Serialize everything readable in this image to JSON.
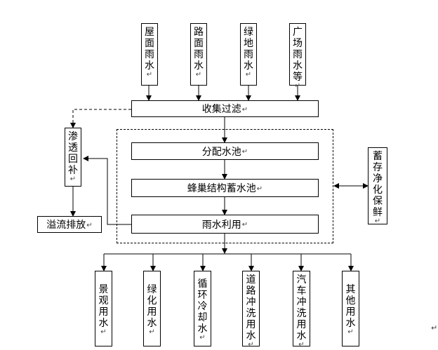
{
  "para_mark": "↵",
  "sources": [
    {
      "id": "roof",
      "label": "屋面雨水"
    },
    {
      "id": "road",
      "label": "路面雨水"
    },
    {
      "id": "green",
      "label": "绿地雨水"
    },
    {
      "id": "square",
      "label": "广场雨水等"
    }
  ],
  "collect": {
    "label": "收集过滤"
  },
  "infiltrate": {
    "label": "渗透回补"
  },
  "overflow": {
    "label": "溢流排放"
  },
  "distribute": {
    "label": "分配水池"
  },
  "honeycomb": {
    "label": "蜂巢结构蓄水池"
  },
  "utilize": {
    "label": "雨水利用"
  },
  "storage": {
    "label": "蓄存净化保鲜"
  },
  "uses": [
    {
      "id": "landscape",
      "label": "景观用水"
    },
    {
      "id": "greening",
      "label": "绿化用水"
    },
    {
      "id": "cooling",
      "label": "循环冷却水"
    },
    {
      "id": "road-wash",
      "label": "道路冲洗用水"
    },
    {
      "id": "car-wash",
      "label": "汽车冲洗用水"
    },
    {
      "id": "other",
      "label": "其他用水"
    }
  ]
}
